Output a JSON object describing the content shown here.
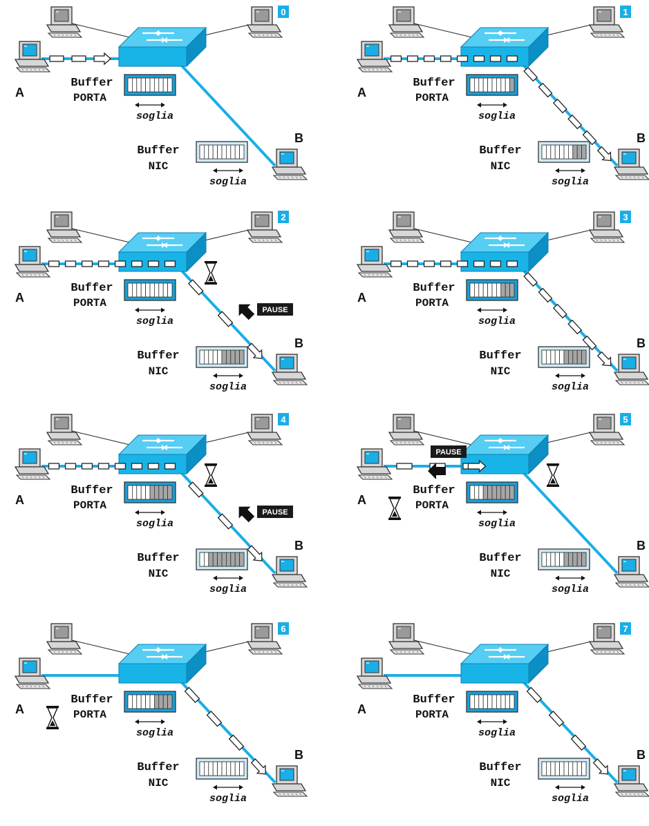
{
  "colors": {
    "cable": "#1aaee6",
    "switch_top": "#56cdf3",
    "switch_front": "#18b4e8",
    "switch_side": "#0c8fc4",
    "port_buffer_fill": "#1a9fd6",
    "nic_buffer_fill": "#cfeaf6",
    "slot_empty": "#ffffff",
    "slot_full": "#a6a6a6",
    "badge": "#1aaee6",
    "pause_box": "#1a1a1a",
    "pc_body": "#d7d7d7",
    "pc_screen": "#1aaee6",
    "pc_screen_gray": "#9a9a9a"
  },
  "labels": {
    "host_a": "A",
    "host_b": "B",
    "buffer": "Buffer",
    "porta": "PORTA",
    "nic": "NIC",
    "soglia": "soglia",
    "pause": "PAUSE"
  },
  "panels": [
    {
      "step": "0",
      "port_buffer_filled": 0,
      "nic_buffer_filled": 0,
      "frames_a_to_switch": 3,
      "frames_switch_to_b": 0,
      "port_paused": false,
      "nic_paused": false,
      "host_a_paused": false,
      "pause_toward_a": false,
      "pause_toward_switch": false
    },
    {
      "step": "1",
      "port_buffer_filled": 1,
      "nic_buffer_filled": 3,
      "frames_a_to_switch": 8,
      "frames_switch_to_b": 6,
      "port_paused": false,
      "nic_paused": false,
      "host_a_paused": false,
      "pause_toward_a": false,
      "pause_toward_switch": false
    },
    {
      "step": "2",
      "port_buffer_filled": 0,
      "nic_buffer_filled": 5,
      "frames_a_to_switch": 8,
      "frames_switch_to_b": 3,
      "port_paused": true,
      "nic_paused": false,
      "host_a_paused": false,
      "pause_toward_a": false,
      "pause_toward_switch": true
    },
    {
      "step": "3",
      "port_buffer_filled": 3,
      "nic_buffer_filled": 5,
      "frames_a_to_switch": 8,
      "frames_switch_to_b": 6,
      "port_paused": false,
      "nic_paused": false,
      "host_a_paused": false,
      "pause_toward_a": false,
      "pause_toward_switch": false
    },
    {
      "step": "4",
      "port_buffer_filled": 5,
      "nic_buffer_filled": 8,
      "frames_a_to_switch": 8,
      "frames_switch_to_b": 3,
      "port_paused": true,
      "nic_paused": false,
      "host_a_paused": false,
      "pause_toward_a": false,
      "pause_toward_switch": true
    },
    {
      "step": "5",
      "port_buffer_filled": 7,
      "nic_buffer_filled": 5,
      "frames_a_to_switch": 3,
      "frames_switch_to_b": 0,
      "port_paused": true,
      "nic_paused": false,
      "host_a_paused": true,
      "pause_toward_a": true,
      "pause_toward_switch": false
    },
    {
      "step": "6",
      "port_buffer_filled": 4,
      "nic_buffer_filled": 0,
      "frames_a_to_switch": 0,
      "frames_switch_to_b": 4,
      "port_paused": false,
      "nic_paused": false,
      "host_a_paused": true,
      "pause_toward_a": false,
      "pause_toward_switch": false
    },
    {
      "step": "7",
      "port_buffer_filled": 0,
      "nic_buffer_filled": 0,
      "frames_a_to_switch": 0,
      "frames_switch_to_b": 4,
      "port_paused": false,
      "nic_paused": false,
      "host_a_paused": false,
      "pause_toward_a": false,
      "pause_toward_switch": false
    }
  ]
}
